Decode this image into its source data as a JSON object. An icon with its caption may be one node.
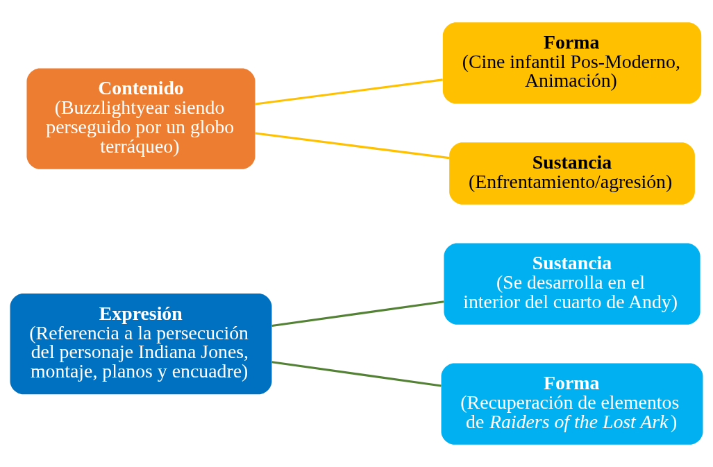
{
  "diagram": {
    "nodes": [
      {
        "text": [
          "Expresión",
          "(Referencia a la persecución del personaje Indiana Jones, montaje, planos y encuadre)"
        ]
      },
      {
        "text": [
          "Sustancia",
          "(Se desarrolla en el interior del cuarto de Andy)"
        ]
      },
      {
        "text": [
          "Forma",
          "(Recuperación de elementos de *Raiders of the Lost Ark*)"
        ]
      },
      {
        "text": [
          "Contenido",
          "(Buzzlightyear siendo perseguido por un globo terráqueo)"
        ]
      },
      {
        "text": [
          "Forma",
          "(Cine infantil Pos-Moderno, Animación)"
        ]
      },
      {
        "text": [
          "Sustancia",
          "(Enfrentamiento/agresión)"
        ]
      }
    ],
    "edges": [
      {
        "from": 0,
        "to": 1,
        "arrow": "none",
        "color": "#548235"
      },
      {
        "from": 0,
        "to": 2,
        "arrow": "none",
        "color": "#548235"
      },
      {
        "from": 3,
        "to": 4,
        "arrow": "none",
        "color": "#ffc000"
      },
      {
        "from": 3,
        "to": 5,
        "arrow": "none",
        "color": "#ffc000"
      }
    ]
  }
}
